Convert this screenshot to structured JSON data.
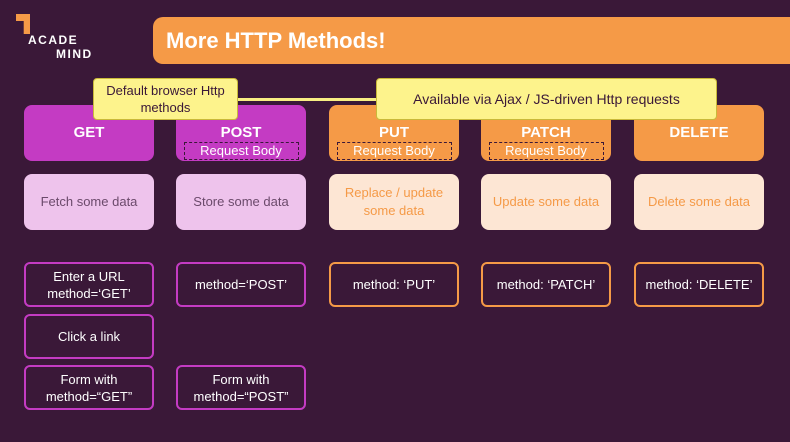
{
  "logo": {
    "line1": "ACADE",
    "line2": "MIND"
  },
  "title": "More HTTP Methods!",
  "notes": {
    "browser": "Default browser Http methods",
    "ajax": "Available via Ajax / JS-driven Http requests"
  },
  "methods": [
    {
      "name": "GET",
      "body": "",
      "desc": "Fetch some data"
    },
    {
      "name": "POST",
      "body": "Request Body",
      "desc": "Store some data"
    },
    {
      "name": "PUT",
      "body": "Request Body",
      "desc": "Replace / update some data"
    },
    {
      "name": "PATCH",
      "body": "Request Body",
      "desc": "Update some data"
    },
    {
      "name": "DELETE",
      "body": "",
      "desc": "Delete some data"
    }
  ],
  "usage": {
    "get": [
      "Enter a URL method=‘GET’",
      "Click a link",
      "Form with method=“GET”"
    ],
    "post": [
      "method=‘POST’",
      "Form with method=“POST”"
    ],
    "put": "method: ‘PUT’",
    "patch": "method: ‘PATCH’",
    "delete": "method: ‘DELETE’"
  },
  "colors": {
    "background": "#3a1838",
    "purple": "#c43bc3",
    "orange": "#f59a47",
    "note": "#fdf38c"
  }
}
